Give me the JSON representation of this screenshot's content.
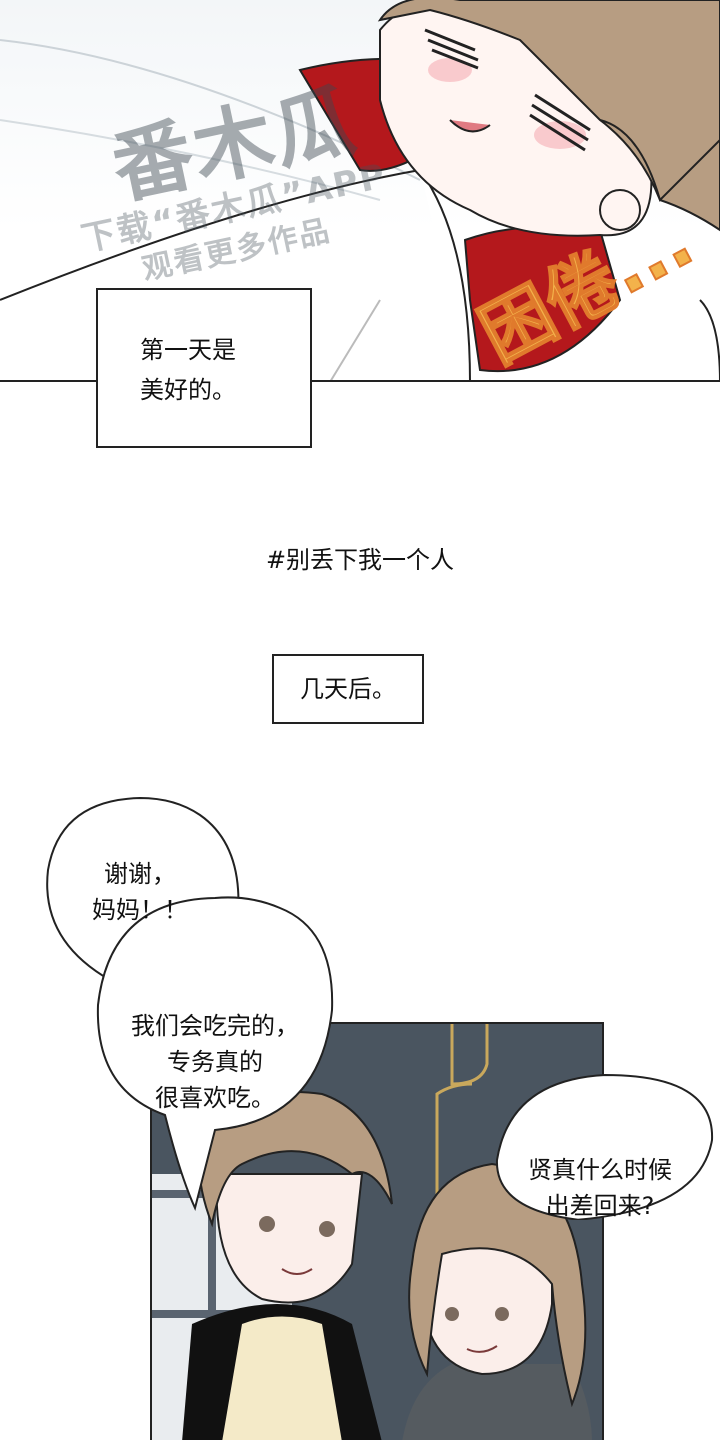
{
  "watermark": {
    "logo": "番木瓜",
    "line1": "下载“番木瓜”APP",
    "line2": "观看更多作品"
  },
  "top_panel": {
    "sfx": "困倦..."
  },
  "captions": {
    "first": [
      "第一天是",
      "美好的。"
    ],
    "hashtag": "#别丢下我一个人",
    "time_skip": "几天后。"
  },
  "bubbles": {
    "thanks": [
      "谢谢，",
      "妈妈！！"
    ],
    "finish": [
      "我们会吃完的，",
      "专务真的",
      "很喜欢吃。"
    ],
    "question": [
      "贤真什么时候",
      "出差回来?"
    ]
  },
  "colors": {
    "panel_dark": "#4a5560",
    "scarf_red": "#b4181c",
    "hair": "#b79d82",
    "sfx_fill": "#f3b24b",
    "sfx_stroke": "#e07a2c"
  }
}
